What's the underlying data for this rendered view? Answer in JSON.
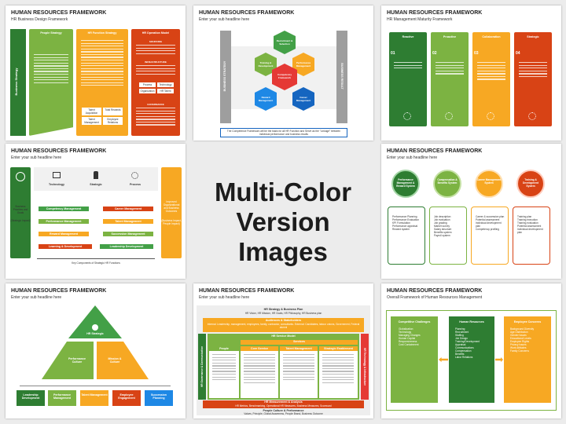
{
  "center": {
    "line1": "Multi-Color",
    "line2": "Version Images"
  },
  "slides": [
    {
      "title": "HUMAN RESOURCES FRAMEWORK",
      "subtitle": "HR Business Design Framework",
      "side_label": "Business Strategy",
      "columns": [
        "People Strategy",
        "HR Function Strategy",
        "HR Operation Model"
      ],
      "col3_heads": [
        "SOURCING",
        "INFRASTRUCTURE",
        "GOVERNANCE"
      ],
      "grid1": [
        "Talent Acquisition",
        "Total Rewards",
        "Talent Management",
        "Employee Relations"
      ],
      "grid2": [
        "Process",
        "Technology",
        "Organization",
        "HR Talent"
      ]
    },
    {
      "title": "HUMAN RESOURCES FRAMEWORK",
      "subtitle": "Enter your sub headline here",
      "left_label": "BUSINESS STRATEGY",
      "right_label": "BUSINESS RESULT",
      "hexes": [
        "Recruitment & Selection",
        "Training & Development",
        "Performance Management",
        "Competency Framework",
        "Reward Management",
        "Career Management"
      ],
      "footer": "The Competence Framework will be the basis for all HR Function and Serve as the \"Linkage\" between individual performance and business results"
    },
    {
      "title": "HUMAN RESOURCES FRAMEWORK",
      "subtitle": "HR Management Maturity Framework",
      "stages": [
        "Reactive",
        "Proactive",
        "Collaboration",
        "Strategic"
      ],
      "nums": [
        "01",
        "02",
        "03",
        "04"
      ]
    },
    {
      "title": "HUMAN RESOURCES FRAMEWORK",
      "subtitle": "Enter your sub headline here",
      "left_text": "Business Priorities and Goals",
      "left_sub": "(Strategic Impact)",
      "heads": [
        "Technology",
        "Strategic",
        "Process"
      ],
      "right_text": "Improved Organizational and Business Outcomes",
      "right_sub": "(Business Impact, People Impact)",
      "left_boxes": [
        "Competency Management",
        "Performance Management",
        "Reward Management"
      ],
      "right_boxes": [
        "Career Management",
        "Talent Management",
        "Succession Management"
      ],
      "bottom_boxes": [
        "Learning & Development",
        "Leadership Development"
      ],
      "footer": "Key Components of Strategic HR Functions"
    },
    {
      "title": "HUMAN RESOURCES FRAMEWORK",
      "subtitle": "Enter your sub headline here",
      "circles": [
        "Performance Management & Reward System",
        "Compensation & Benefits System",
        "Career Management System",
        "Training & Development System"
      ],
      "lists": [
        [
          "Performance Planning",
          "Performance Evaluation",
          "KPI Formulation",
          "Performance appraisal",
          "Reward system"
        ],
        [
          "Job description",
          "Job evaluation",
          "Job grading",
          "Market survey",
          "Salary structure",
          "Benefits system",
          "Payroll system"
        ],
        [
          "Career & succession plan",
          "Potential assessment",
          "Individual development plan",
          "Competency profiling"
        ],
        [
          "Training plan",
          "Training execution",
          "Training evaluation",
          "Potential assessment",
          "Individual development plan"
        ]
      ]
    },
    {
      "title": "HUMAN RESOURCES FRAMEWORK",
      "subtitle": "Enter your sub headline here",
      "top": "HR Strategic",
      "mid": [
        "Performance Culture",
        "Mission & Culture"
      ],
      "bottom": [
        "Leadership Development",
        "Performance Management",
        "Talent Management",
        "Employee Engagement",
        "Succession Planning"
      ]
    },
    {
      "title": "HUMAN RESOURCES FRAMEWORK",
      "subtitle": "Enter your sub headline here",
      "plan_title": "HR Strategy & Business Plan",
      "plan_text": "HR Vision, HR Mission, HR Goals, HR Philosophy, HR Business plan",
      "aud_title": "Audiences & Stakeholders",
      "aud_text": "Internal: Leadership, management, employees, family, contractor, consultants. External: Candidates, labour unions, Government, Federal alumni",
      "service_model": "HR Service Model",
      "services": "Services",
      "left_label": "HR Governance & Communication",
      "right_label": "HR Technology & Infrastructure",
      "cols": [
        "People",
        "Core Service",
        "Talent Management",
        "Strategic Enablement"
      ],
      "meas_title": "HR Measurement & Analysis",
      "meas_text": "HR Metrics, Benchmarking, Operational HR Measures, Business Measures, Scorecard",
      "culture_title": "People Culture & Performance",
      "culture_text": "Values, Principle, Global Awareness, People Brand, Business Outcome"
    },
    {
      "title": "HUMAN RESOURCES FRAMEWORK",
      "subtitle": "Overall Framework of Human Resources Management",
      "cols": [
        "Competitive Challenges",
        "Human Resources",
        "Employee Concerns"
      ],
      "lists": [
        [
          "Globalization",
          "Technology",
          "Managing Changes",
          "Human Capital",
          "Responsiveness",
          "Cost Containment"
        ],
        [
          "Planning",
          "Recruitment",
          "Staffing",
          "Job Design",
          "Training/Development",
          "Appraisal",
          "Communications",
          "Compensation",
          "Benefits",
          "Labor Relations"
        ],
        [
          "Background Diversity",
          "Age Distribution",
          "Gender Issues",
          "Educational Levels",
          "Employee Rights",
          "Privacy Issues",
          "Work Attitudes",
          "Family Concerns"
        ]
      ]
    }
  ]
}
